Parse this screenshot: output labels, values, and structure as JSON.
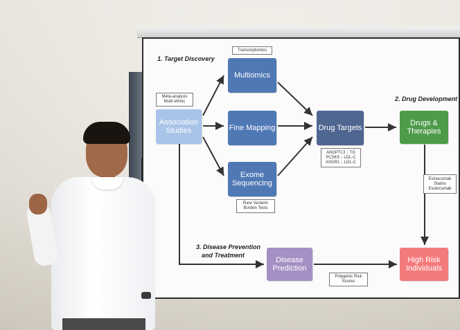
{
  "slide": {
    "section_1": "1. Target Discovery",
    "section_2": "2. Drug Development",
    "section_3_line1": "3. Disease Prevention",
    "section_3_line2": "and Treatment",
    "boxes": {
      "association": "Association Studies",
      "multiomics": "Multiomics",
      "fine_mapping": "Fine Mapping",
      "exome": "Exome Sequencing",
      "drug_targets": "Drug Targets",
      "drugs": "Drugs & Therapies",
      "disease_prediction": "Disease Prediction",
      "high_risk": "High Risk Individuals"
    },
    "notes": {
      "transcriptomics": "Transcriptomics",
      "meta": "Meta-analysis Multi-ethnic",
      "targets": "ANGPTL3 ↓ TG PCSK9 ↓ LDL-C ASGR1 ↓ LDL-C",
      "variants": "Rare Variants Burden Tests",
      "drugs_list": "Evinacumab Statins Evolocumab",
      "scores": "Polygenic Risk Scores"
    }
  },
  "colors": {
    "blue_strong": "#4f78b5",
    "blue_light": "#a8c4e8",
    "navy": "#4e6690",
    "green": "#4e9b4a",
    "purple": "#a58fc4",
    "red": "#f47b7b"
  }
}
